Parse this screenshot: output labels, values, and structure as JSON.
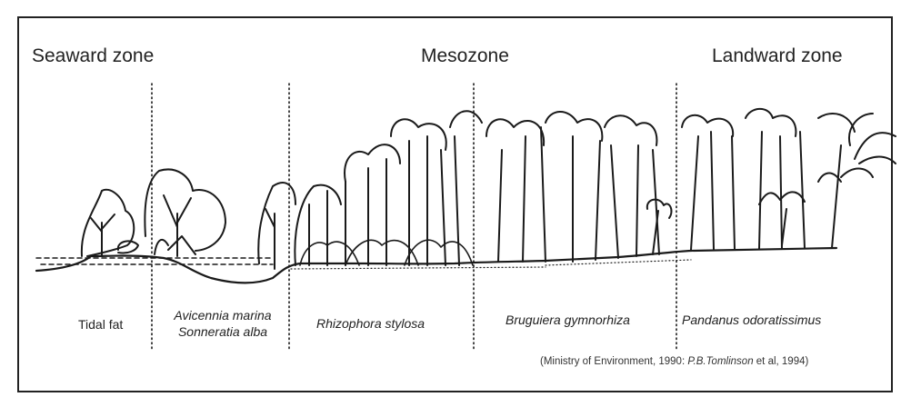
{
  "zones": {
    "seaward": "Seaward zone",
    "mesozone": "Mesozone",
    "landward": "Landward zone"
  },
  "species": {
    "tidal_flat": "Tidal fat",
    "avicennia": "Avicennia marina",
    "sonneratia": "Sonneratia alba",
    "rhizophora": "Rhizophora stylosa",
    "bruguiera": "Bruguiera gymnorhiza",
    "pandanus": "Pandanus odoratissimus"
  },
  "citation": {
    "prefix": "(Ministry of Environment, 1990:  ",
    "author": "P.B.Tomlinson",
    "suffix": " et al, 1994)"
  }
}
